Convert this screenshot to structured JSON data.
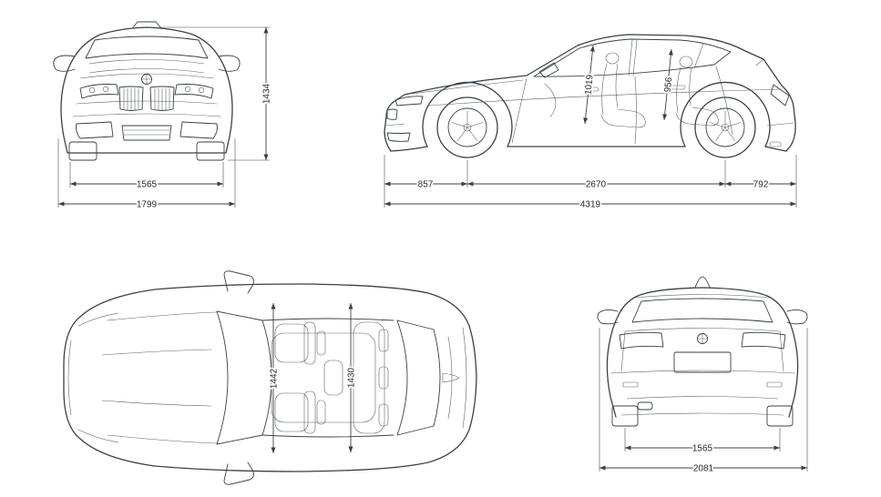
{
  "dimensions": {
    "front": {
      "height": "1434",
      "track_width": "1565",
      "body_width": "1799"
    },
    "side": {
      "front_interior_height": "1019",
      "rear_interior_height": "956",
      "front_overhang": "857",
      "wheelbase": "2670",
      "rear_overhang": "792",
      "overall_length": "4319"
    },
    "top": {
      "front_interior_width": "1442",
      "rear_interior_width": "1430"
    },
    "rear": {
      "track_width": "1565",
      "width_including_mirrors": "2081"
    }
  },
  "style": {
    "line_color": "#3a4049",
    "background": "#ffffff"
  }
}
